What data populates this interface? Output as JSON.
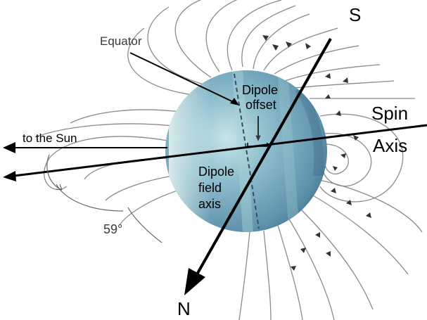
{
  "labels": {
    "south_pole": "S",
    "north_pole": "N",
    "spin_word": "Spin",
    "axis_word": "Axis",
    "equator": "Equator",
    "dipole_offset_line1": "Dipole",
    "dipole_offset_line2": "offset",
    "to_the_sun": "to the Sun",
    "field_axis_line1": "Dipole",
    "field_axis_line2": "field",
    "field_axis_line3": "axis",
    "tilt_angle": "59°"
  },
  "colors": {
    "planet_base": "#7fb0c4",
    "planet_dark": "#4d7f98",
    "planet_light": "#d9eef0",
    "line": "#000000",
    "field_lines": "#8a8a8a"
  }
}
